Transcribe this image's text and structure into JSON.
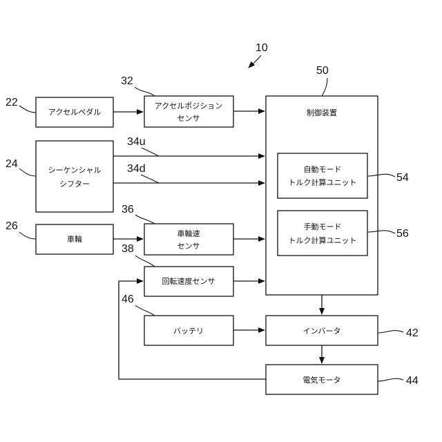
{
  "figure_ref": "10",
  "blocks": {
    "accel_pedal": {
      "ref": "22",
      "label": "アクセルペダル"
    },
    "accel_sensor": {
      "ref": "32",
      "line1": "アクセルポジション",
      "line2": "センサ"
    },
    "sequential_shifter": {
      "ref": "24",
      "line1": "シーケンシャル",
      "line2": "シフター"
    },
    "wheel": {
      "ref": "26",
      "label": "車輪"
    },
    "wheel_speed_sensor": {
      "ref": "36",
      "line1": "車輪速",
      "line2": "センサ"
    },
    "rotation_speed_sensor": {
      "ref": "38",
      "label": "回転速度センサ"
    },
    "battery": {
      "ref": "46",
      "label": "バッテリ"
    },
    "inverter": {
      "ref": "42",
      "label": "インバータ"
    },
    "electric_motor": {
      "ref": "44",
      "label": "電気モータ"
    },
    "controller": {
      "ref": "50",
      "label": "制御装置"
    },
    "auto_mode_unit": {
      "ref": "54",
      "line1": "自動モード",
      "line2": "トルク計算ユニット"
    },
    "manual_mode_unit": {
      "ref": "56",
      "line1": "手動モード",
      "line2": "トルク計算ユニット"
    }
  },
  "signals": {
    "shift_up": "34u",
    "shift_down": "34d"
  }
}
